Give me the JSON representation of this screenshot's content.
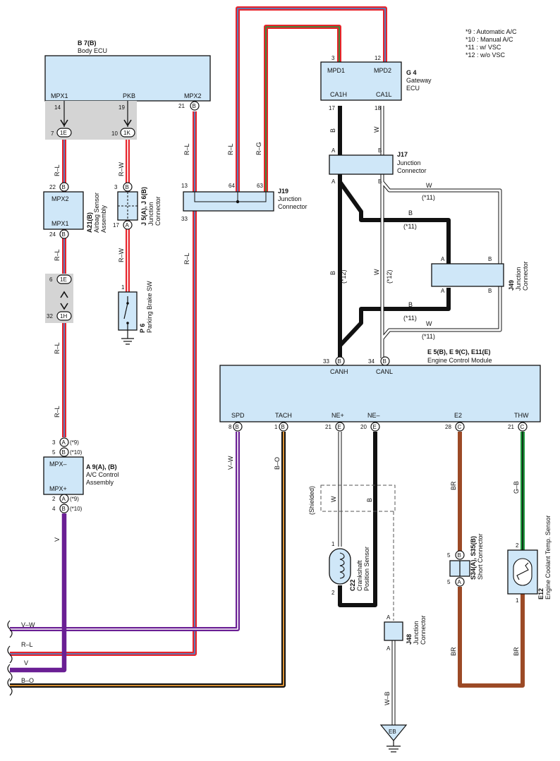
{
  "notes": [
    "*9 : Automatic A/C",
    "*10 : Manual A/C",
    "*11 : w/ VSC",
    "*12 : w/o VSC"
  ],
  "components": {
    "body_ecu": {
      "code": "B 7(B)",
      "name": "Body ECU",
      "pins": [
        "MPX1",
        "PKB",
        "MPX2"
      ]
    },
    "gateway_ecu": {
      "code": "G 4",
      "name1": "Gateway",
      "name2": "ECU",
      "pins": [
        "MPD1",
        "MPD2",
        "CA1H",
        "CA1L"
      ]
    },
    "j17": {
      "code": "J17",
      "name1": "Junction",
      "name2": "Connector"
    },
    "j19": {
      "code": "J19",
      "name1": "Junction",
      "name2": "Connector"
    },
    "j49": {
      "code": "J49",
      "name1": "Junction",
      "name2": "Connector"
    },
    "j48": {
      "code": "J48",
      "name1": "Junction",
      "name2": "Connector"
    },
    "j5j6": {
      "code": "J 5(A), J 6(B)",
      "name1": "Junction",
      "name2": "Connector"
    },
    "airbag": {
      "code": "A21(B)",
      "name1": "Airbag Sensor",
      "name2": "Assembly",
      "pins": [
        "MPX2",
        "MPX1"
      ]
    },
    "parking_brake": {
      "code": "P 6",
      "name": "Parking Brake SW"
    },
    "ecm": {
      "code": "E 5(B), E 9(C), E11(E)",
      "name": "Engine Control Module",
      "pins": [
        "CANH",
        "CANL",
        "SPD",
        "TACH",
        "NE+",
        "NE–",
        "E2",
        "THW"
      ]
    },
    "ac_control": {
      "code": "A 9(A), (B)",
      "name1": "A/C Control",
      "name2": "Assembly",
      "pins": [
        "MPX–",
        "MPX+"
      ]
    },
    "crank": {
      "code": "C22",
      "name1": "Crankshaft",
      "name2": "Position Sensor"
    },
    "short_conn": {
      "code": "S34(A), S35(B)",
      "name": "Short Connector"
    },
    "coolant": {
      "code": "E12",
      "name": "Engine Coolant Temp. Sensor"
    },
    "ground_eb": "EB"
  },
  "connectors": {
    "c1E": "1E",
    "c1K": "1K",
    "c1E2": "1E",
    "c1H": "1H"
  },
  "shielded": "(Shielded)",
  "wires": {
    "RL": "R–L",
    "RW": "R–W",
    "RG": "R–G",
    "B": "B",
    "W": "W",
    "VW": "V–W",
    "BO": "B–O",
    "BR": "BR",
    "GB": "G–B",
    "V": "V",
    "WB": "W–B",
    "n11": "(*11)",
    "n12": "(*12)",
    "n9": "(*9)",
    "n10": "(*10)"
  },
  "left_bus": [
    "V–W",
    "R–L",
    "V",
    "B–O"
  ],
  "pin_numbers": {
    "p14": "14",
    "p19": "19",
    "p21": "21",
    "p7": "7",
    "p10": "10",
    "p22": "22",
    "p24": "24",
    "p6": "6",
    "p32": "32",
    "p3": "3",
    "p5": "5",
    "p2": "2",
    "p4": "4",
    "p17": "17",
    "p1": "1",
    "p13": "13",
    "p33": "33",
    "p64": "64",
    "p63": "63",
    "p12": "12",
    "p18": "18",
    "p34": "34",
    "p8": "8",
    "p20": "20",
    "p28": "28"
  },
  "colors": {
    "red": "#e8242b",
    "blue": "#3f8fd6",
    "green": "#1d9a3c",
    "black": "#111111",
    "purple": "#6a1f94",
    "brown": "#9c4a26",
    "orange": "#f2a23c",
    "box": "#cfe7f8"
  }
}
